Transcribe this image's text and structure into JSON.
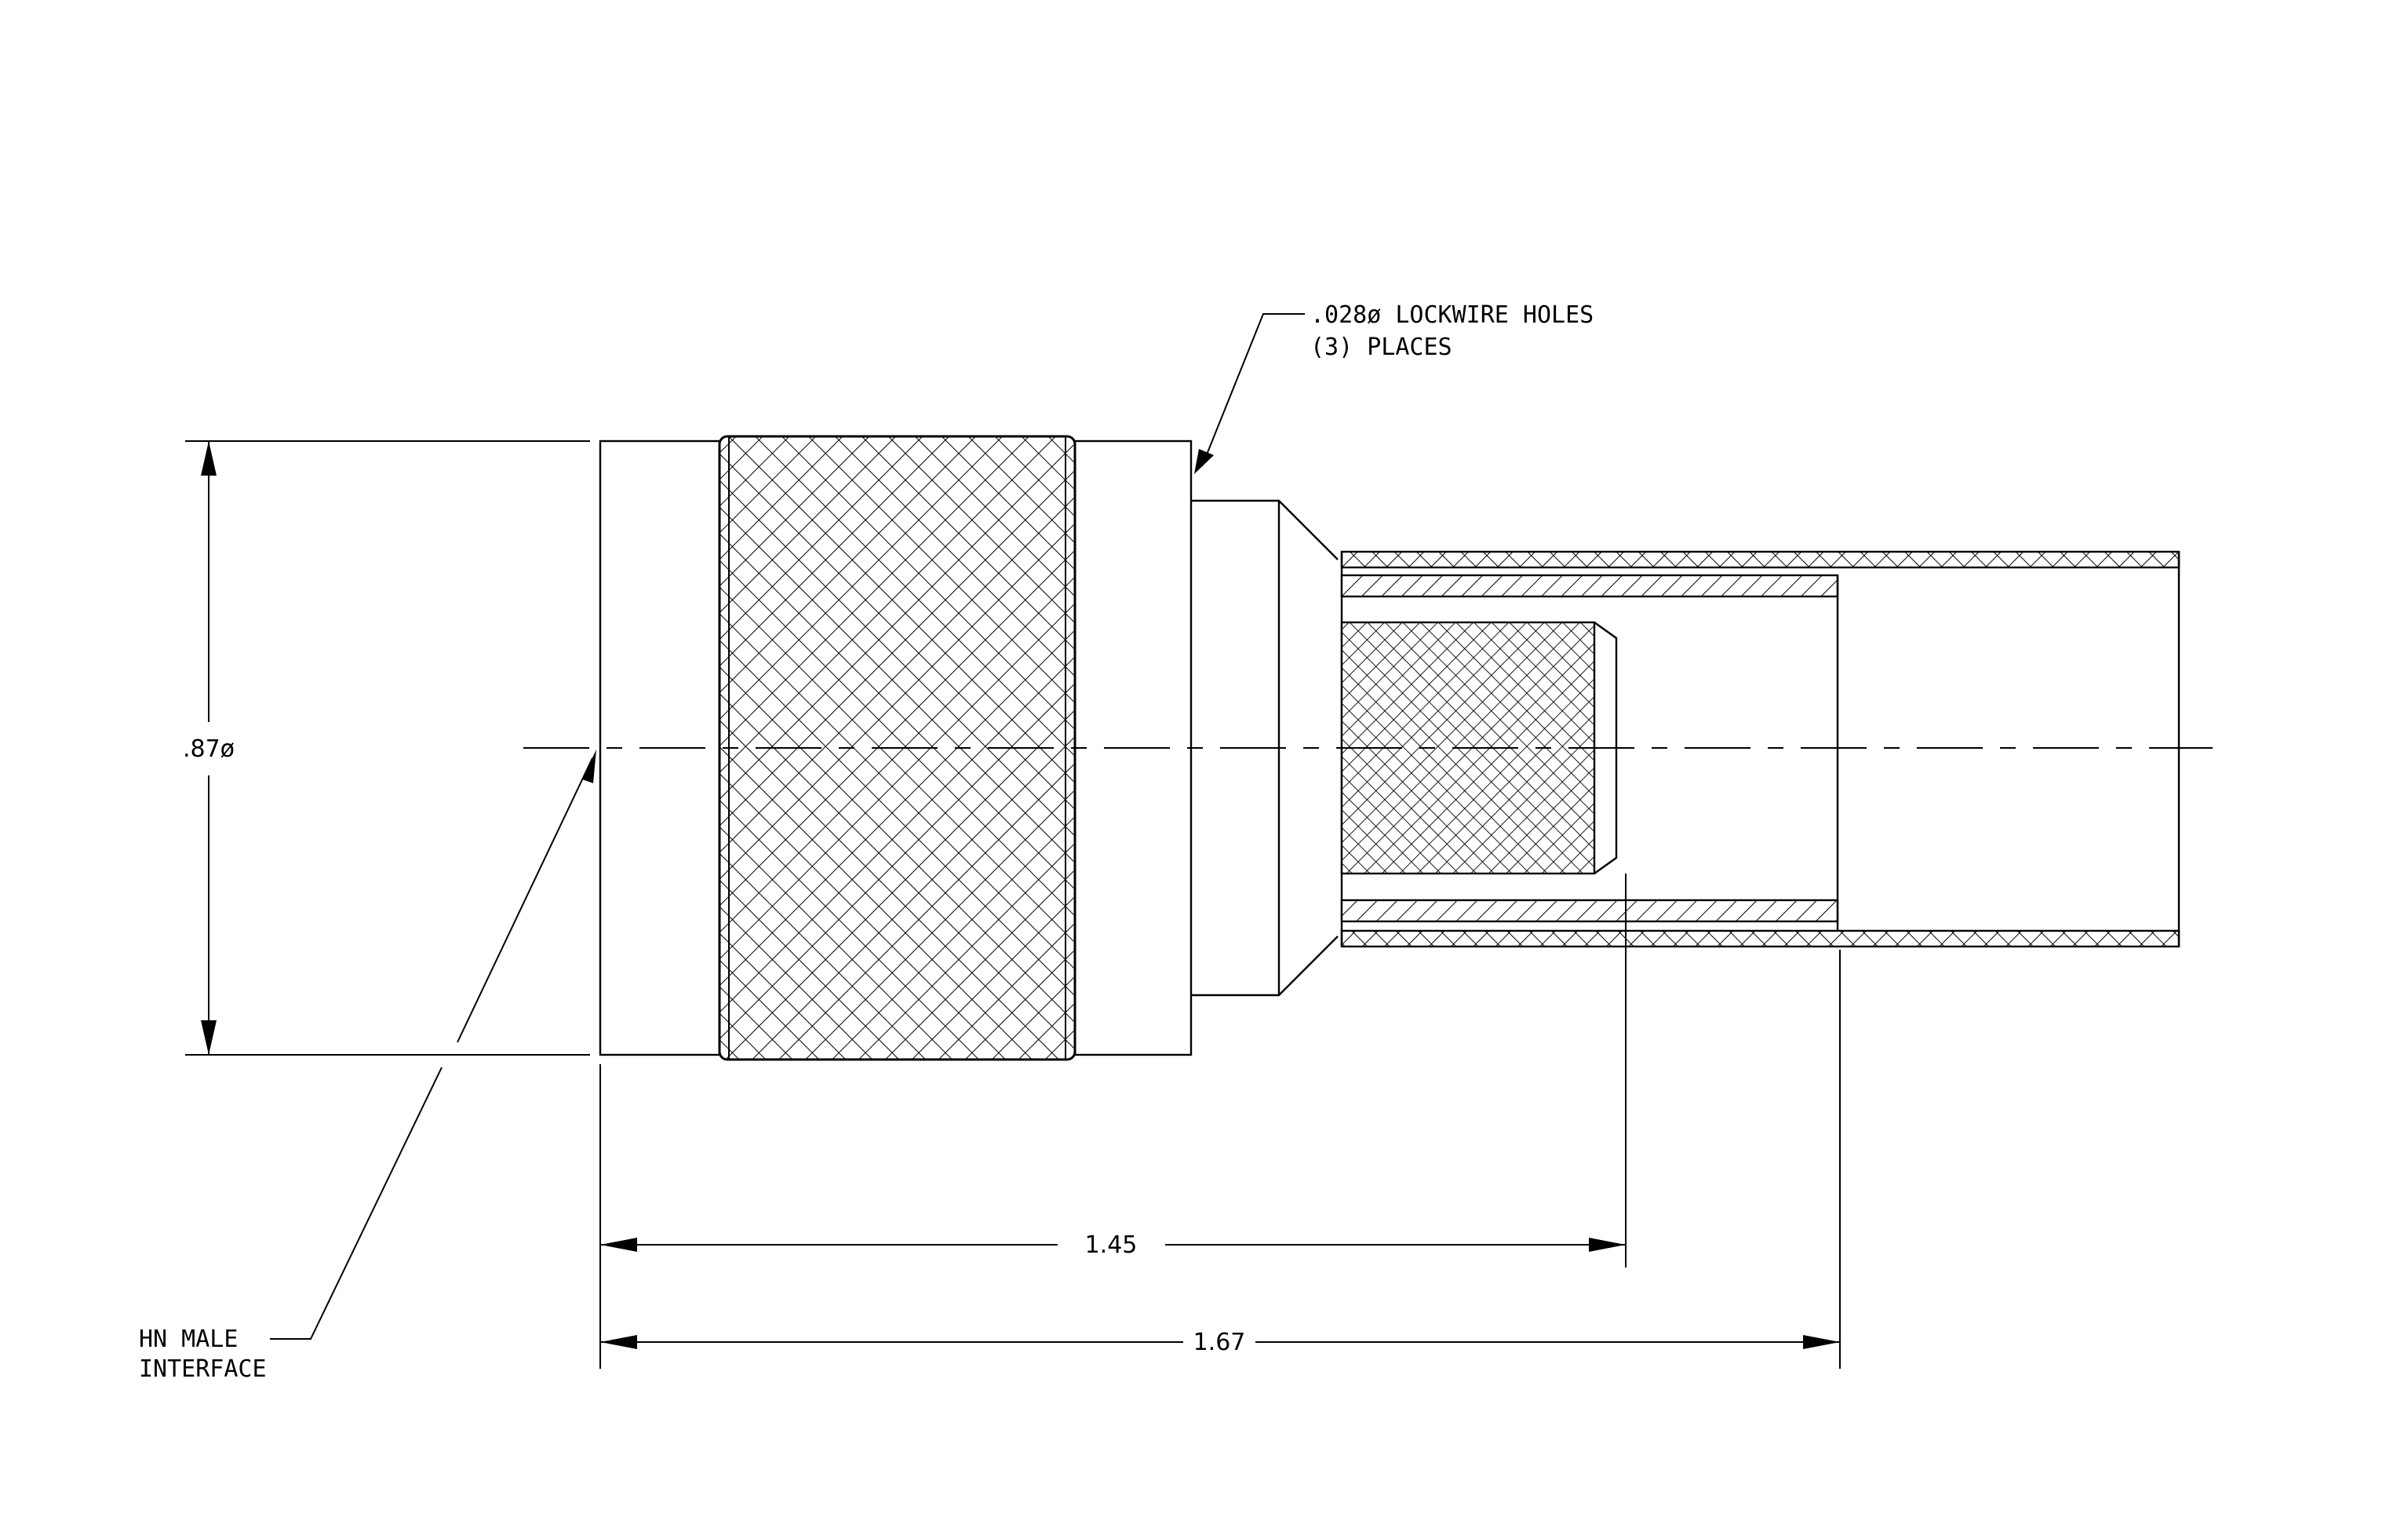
{
  "labels": {
    "lockwire_line1": ".028ø LOCKWIRE HOLES",
    "lockwire_line2": "(3)  PLACES",
    "interface_line1": "HN MALE",
    "interface_line2": "INTERFACE"
  },
  "dimensions": {
    "diameter": ".87ø",
    "length_pin": "1.45",
    "length_overall": "1.67"
  },
  "colors": {
    "line": "#000000",
    "background": "#ffffff"
  }
}
